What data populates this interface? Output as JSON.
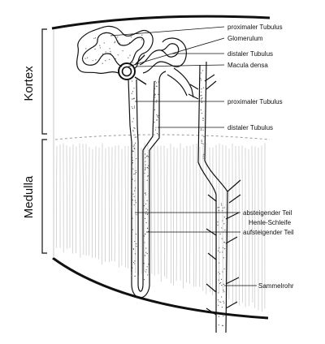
{
  "regions": {
    "kortex": "Kortex",
    "medulla": "Medulla"
  },
  "labels": {
    "proximaler_tubulus_1": "proximaler Tubulus",
    "glomerulum": "Glomerulum",
    "distaler_tubulus_1": "distaler Tubulus",
    "macula_densa": "Macula densa",
    "proximaler_tubulus_2": "proximaler Tubulus",
    "distaler_tubulus_2": "distaler Tubulus",
    "absteigender_teil": "absteigender Teil",
    "henle_schleife": "Henle-Schleife",
    "aufsteigender_teil": "aufsteigender Teil",
    "sammelrohr": "Sammelrohr"
  },
  "colors": {
    "ink": "#111111",
    "stipple": "#555555",
    "background": "#ffffff"
  }
}
